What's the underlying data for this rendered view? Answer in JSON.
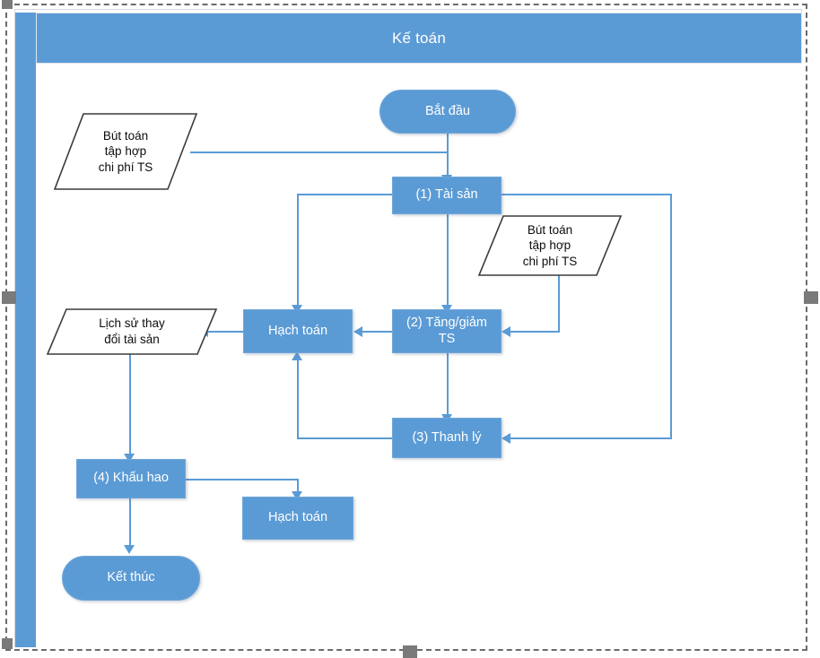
{
  "pool": {
    "lane_title": "Kế toán",
    "accent_color": "#5B9BD5",
    "lane_text_color": "#FFFFFF",
    "data_shape_text_color": "#0D0D0D",
    "canvas_background": "#FFFFFF"
  },
  "nodes": {
    "start": {
      "label": "Bắt đầu",
      "shape": "terminator"
    },
    "asset": {
      "label": "(1) Tài sản",
      "shape": "process"
    },
    "increase_decrease": {
      "label": "(2) Tăng/giảm\nTS",
      "shape": "process"
    },
    "liquidation": {
      "label": "(3) Thanh lý",
      "shape": "process"
    },
    "depreciation": {
      "label": "(4) Khấu hao",
      "shape": "process"
    },
    "posting_mid": {
      "label": "Hạch toán",
      "shape": "process"
    },
    "posting_bottom": {
      "label": "Hạch toán",
      "shape": "process"
    },
    "end": {
      "label": "Kết thúc",
      "shape": "terminator"
    }
  },
  "data_shapes": {
    "entry_cost_top": {
      "label": "Bút toán\ntập hợp\nchi phí TS",
      "shape": "data-parallelogram"
    },
    "entry_cost_right": {
      "label": "Bút toán\ntập hợp\nchi phí TS",
      "shape": "data-parallelogram"
    },
    "asset_change_history": {
      "label": "Lịch sử thay\nđổi tài sản",
      "shape": "data-parallelogram"
    }
  },
  "chart_data": {
    "type": "diagram",
    "title": "Kế toán",
    "nodes": [
      {
        "id": "start",
        "label": "Bắt đầu",
        "type": "terminator"
      },
      {
        "id": "entry_cost_top",
        "label": "Bút toán tập hợp chi phí TS",
        "type": "data"
      },
      {
        "id": "asset",
        "label": "(1) Tài sản",
        "type": "process"
      },
      {
        "id": "entry_cost_right",
        "label": "Bút toán tập hợp chi phí TS",
        "type": "data"
      },
      {
        "id": "posting_mid",
        "label": "Hạch toán",
        "type": "process"
      },
      {
        "id": "increase_decrease",
        "label": "(2) Tăng/giảm TS",
        "type": "process"
      },
      {
        "id": "asset_change_history",
        "label": "Lịch sử thay đổi tài sản",
        "type": "data"
      },
      {
        "id": "liquidation",
        "label": "(3) Thanh lý",
        "type": "process"
      },
      {
        "id": "depreciation",
        "label": "(4) Khấu hao",
        "type": "process"
      },
      {
        "id": "posting_bottom",
        "label": "Hạch toán",
        "type": "process"
      },
      {
        "id": "end",
        "label": "Kết thúc",
        "type": "terminator"
      }
    ],
    "edges": [
      {
        "from": "start",
        "to": "asset"
      },
      {
        "from": "entry_cost_top",
        "to": "asset"
      },
      {
        "from": "asset",
        "to": "posting_mid"
      },
      {
        "from": "asset",
        "to": "increase_decrease"
      },
      {
        "from": "asset",
        "to": "liquidation"
      },
      {
        "from": "entry_cost_right",
        "to": "increase_decrease"
      },
      {
        "from": "increase_decrease",
        "to": "posting_mid"
      },
      {
        "from": "increase_decrease",
        "to": "liquidation"
      },
      {
        "from": "posting_mid",
        "to": "asset_change_history"
      },
      {
        "from": "liquidation",
        "to": "posting_mid"
      },
      {
        "from": "asset_change_history",
        "to": "depreciation"
      },
      {
        "from": "depreciation",
        "to": "posting_bottom"
      },
      {
        "from": "depreciation",
        "to": "end"
      }
    ]
  }
}
